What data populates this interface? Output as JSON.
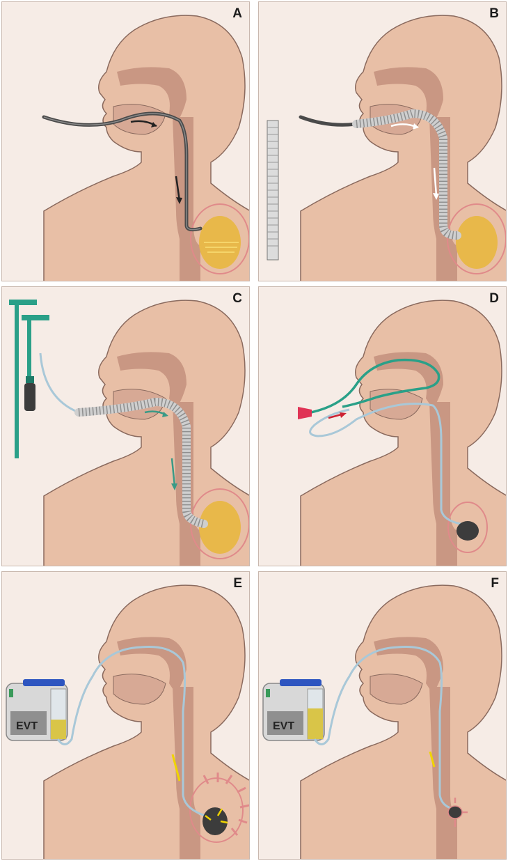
{
  "panels": [
    {
      "label": "A",
      "step": "guidewire-insertion",
      "arrow_color": "#222222"
    },
    {
      "label": "B",
      "step": "overtube-over-guidewire",
      "arrow_color": "#ffffff"
    },
    {
      "label": "C",
      "step": "sponge-introduced-through-overtube",
      "arrow_color": "#3a9a86"
    },
    {
      "label": "D",
      "step": "nasal-drainage-tube-transposition",
      "arrow_color": "#cc2233"
    },
    {
      "label": "E",
      "step": "vacuum-applied",
      "arrow_color": "#f0d400",
      "device_label": "EVT"
    },
    {
      "label": "F",
      "step": "cavity-collapsed",
      "arrow_color": "#f0d400",
      "device_label": "EVT"
    }
  ],
  "colors": {
    "background": "#f6ece6",
    "skin": "#e8bfa6",
    "airway": "#c99783",
    "outline": "#8a6a5e",
    "cavity_fluid": "#e8b84a",
    "tube": "#a9c8d8",
    "guidewire": "#4a4a4a",
    "overtube": "#cfcfcf",
    "applicator": "#2aa088",
    "sponge": "#3c3c3c",
    "wound_outline": "#e08a8a"
  }
}
